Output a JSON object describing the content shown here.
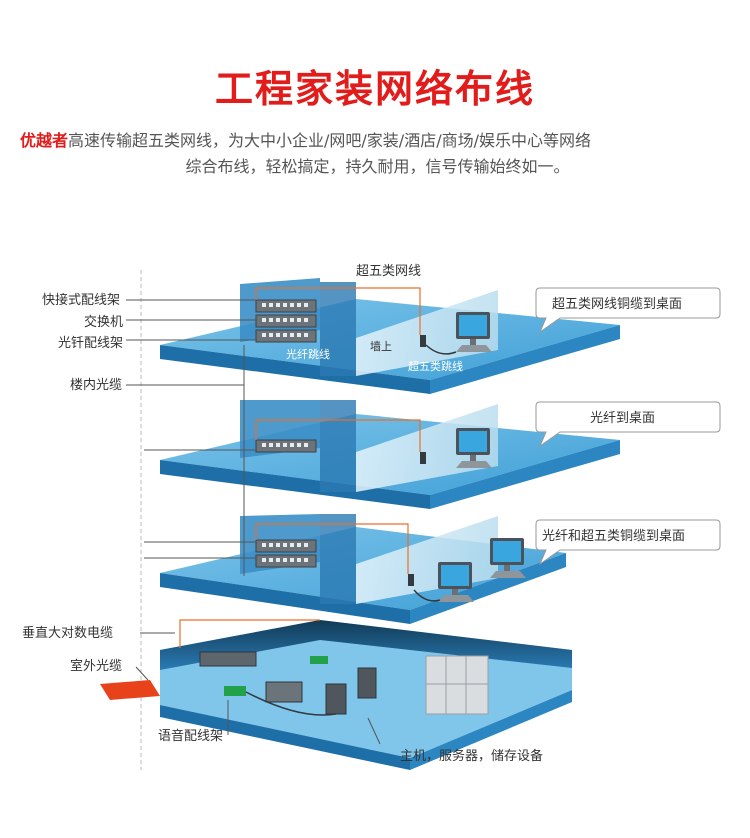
{
  "header": {
    "title": "工程家装网络布线",
    "brand": "优越者",
    "description_line1": "高速传输超五类网线，为大中小企业/网吧/家装/酒店/商场/娱乐中心等网络",
    "description_line2": "综合布线，轻松搞定，持久耐用，信号传输始终如一。"
  },
  "diagram": {
    "top_cable_label": "超五类网线",
    "left_labels": {
      "patch_panel_fast": "快接式配线架",
      "switch": "交换机",
      "fiber_panel": "光钎配线架",
      "building_fiber": "楼内光缆",
      "vertical_cable": "垂直大对数电缆",
      "outdoor_fiber": "室外光缆",
      "voice_panel": "语音配线架"
    },
    "floor_labels": {
      "fiber_jumper": "光纤跳线",
      "wall": "墙上",
      "cat5e_jumper": "超五类跳线"
    },
    "callouts": {
      "c1": "超五类网线铜缆到桌面",
      "c2": "光纤到桌面",
      "c3": "光纤和超五类铜缆到桌面"
    },
    "bottom_label": "主机，服务器，储存设备",
    "colors": {
      "floor_top": "#4aa8dc",
      "floor_side": "#1e6fa8",
      "glass": "#cfe8f4",
      "cable": "#e8702a",
      "outdoor_pad": "#e8421b",
      "callout_border": "#999999"
    }
  }
}
